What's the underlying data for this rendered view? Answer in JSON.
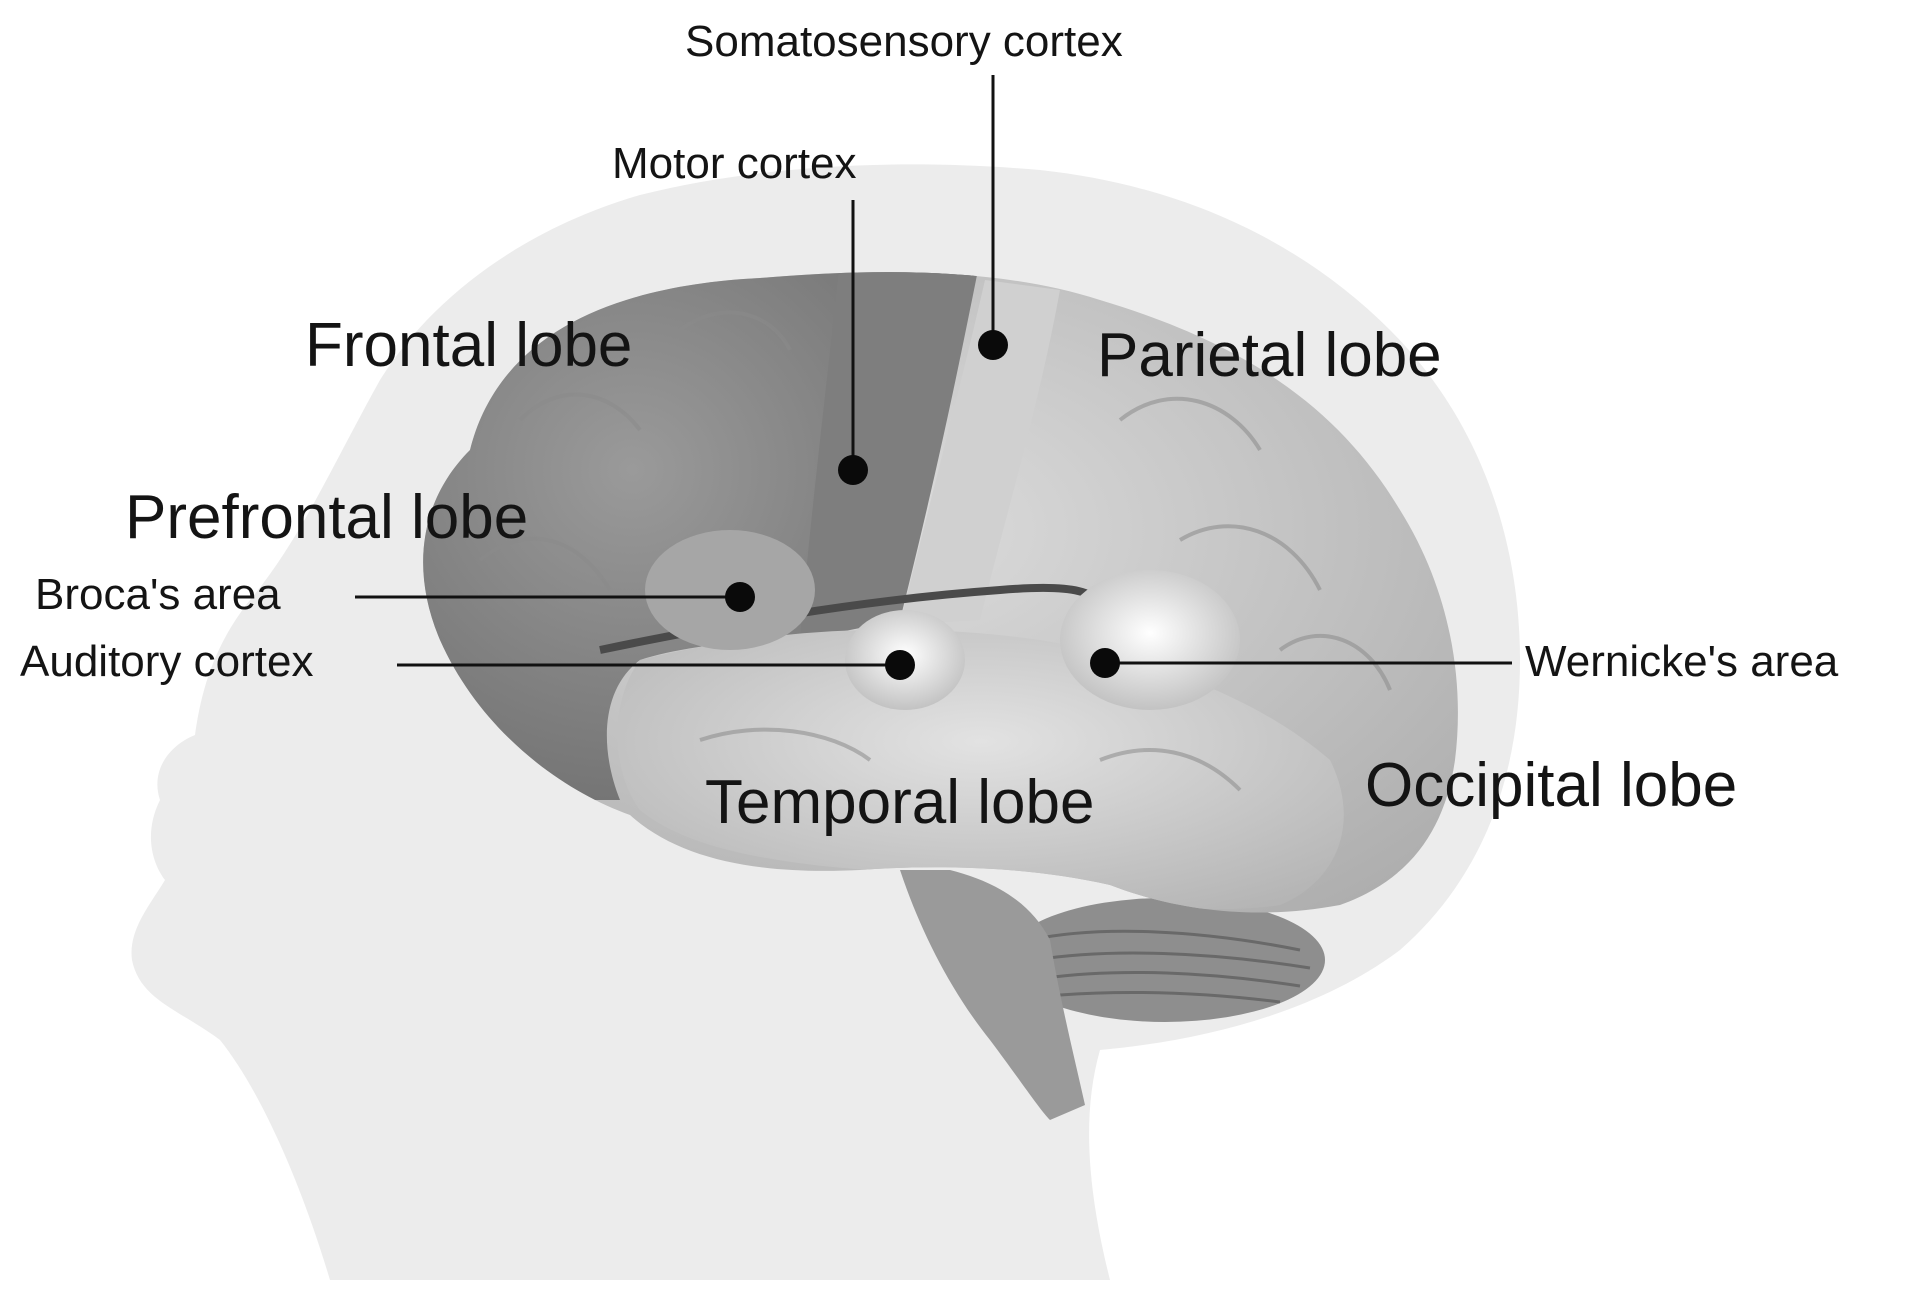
{
  "labels": {
    "somatosensory_cortex": "Somatosensory cortex",
    "motor_cortex": "Motor cortex",
    "frontal_lobe": "Frontal lobe",
    "parietal_lobe": "Parietal lobe",
    "prefrontal_lobe": "Prefrontal lobe",
    "brocas_area": "Broca's area",
    "auditory_cortex": "Auditory cortex",
    "wernickes_area": "Wernicke's area",
    "temporal_lobe": "Temporal lobe",
    "occipital_lobe": "Occipital lobe"
  },
  "colors": {
    "head_silhouette": "#ececec",
    "frontal_region": "#8c8c8c",
    "parietal_region": "#c4c4c4",
    "temporal_region": "#d4d4d4",
    "cerebellum": "#8a8a8a",
    "label_text": "#141414"
  }
}
